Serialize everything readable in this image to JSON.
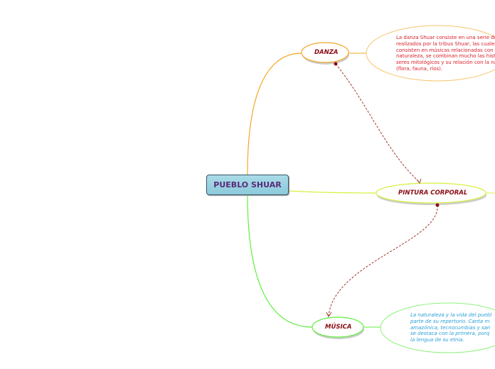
{
  "root": {
    "label": "PUEBLO SHUAR"
  },
  "nodes": [
    {
      "label": "DANZA",
      "color": "#f5a623"
    },
    {
      "label": "PINTURA CORPORAL",
      "color": "#d8f03c"
    },
    {
      "label": "MÚSICA",
      "color": "#5ef03c"
    }
  ],
  "notes": {
    "danza": [
      "La danza Shuar consiste en una serie de",
      "realizados por la tribus Shuar, las cuales",
      "consisten en músicas relacionadas con l",
      "naturaleza, se combinan mucho las hist",
      "seres mitológicos y su relación con la na",
      "(flora, fauna, ríos)."
    ],
    "musica": [
      "La naturaleza y la vida del puebl",
      "parte de su repertorio. Canta m",
      "amazónica, tecnocumbias y san",
      "se destaca con la primera, porq",
      "la lengua de su etnia."
    ]
  },
  "colors": {
    "danza_note_text": "#d8202a",
    "musica_note_text": "#2a9fd8",
    "relation": "#a0392c"
  }
}
